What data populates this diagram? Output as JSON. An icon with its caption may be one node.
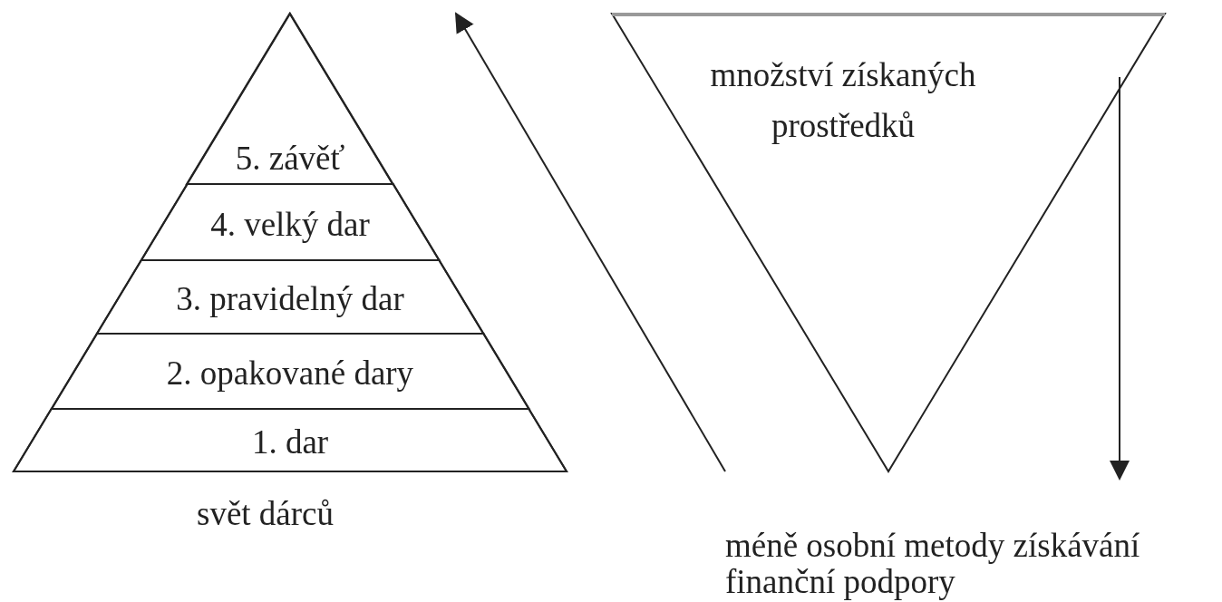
{
  "diagram": {
    "nodes": [
      {
        "text": [],
        "shape": "triangle",
        "beside": [
          "svět dárců"
        ]
      },
      {
        "text": [
          "5. závěť"
        ],
        "in": 0
      },
      {
        "text": [
          "4. velký dar"
        ],
        "in": 0
      },
      {
        "text": [
          "3. pravidelný dar"
        ],
        "in": 0
      },
      {
        "text": [
          "2. opakované dary"
        ],
        "in": 0
      },
      {
        "text": [
          "1. dar"
        ],
        "in": 0
      },
      {
        "text": [
          "množství získaných prostředků"
        ]
      }
    ],
    "edges": [],
    "labels": [
      "méně osobní metody získávání finanční podpory"
    ]
  }
}
